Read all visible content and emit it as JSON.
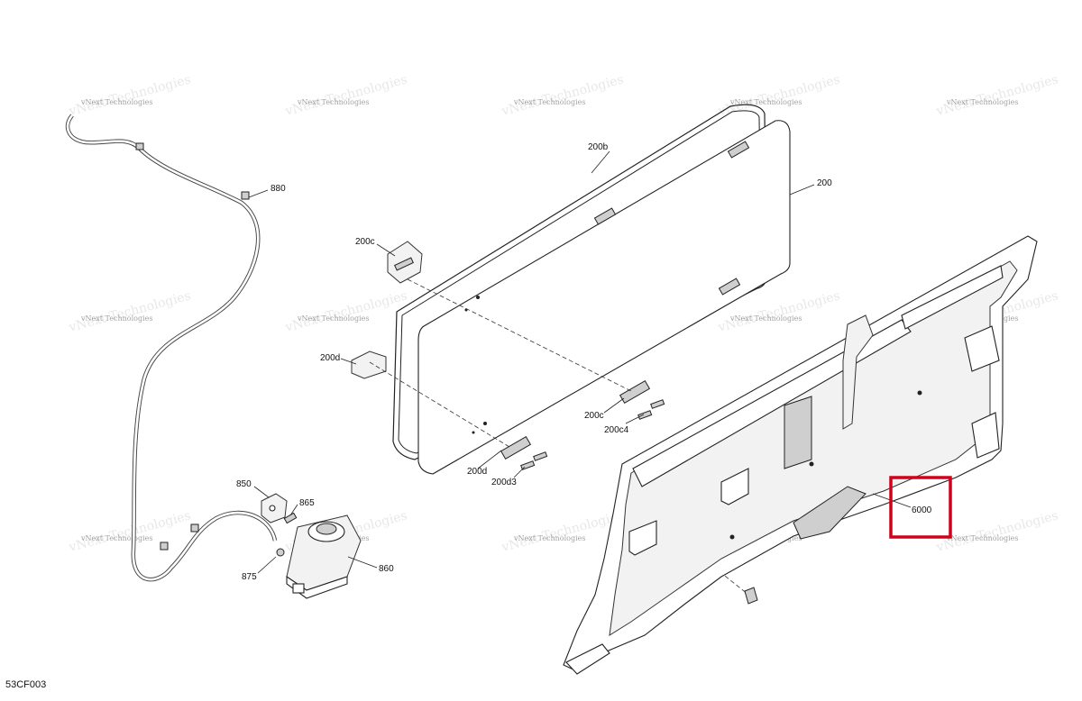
{
  "diagram_code": "53CF003",
  "highlight_color": "#d0021b",
  "watermark": {
    "line1": "vNext Technologies",
    "line2": "vNext Technologies"
  },
  "callouts": {
    "p200": "200",
    "p200b": "200b",
    "p200c_top": "200c",
    "p200d_top": "200d",
    "p200c_bottom": "200c",
    "p200c4": "200c4",
    "p200d_bottom": "200d",
    "p200d3": "200d3",
    "p880": "880",
    "p850": "850",
    "p865": "865",
    "p875": "875",
    "p860": "860",
    "p6000": "6000"
  }
}
